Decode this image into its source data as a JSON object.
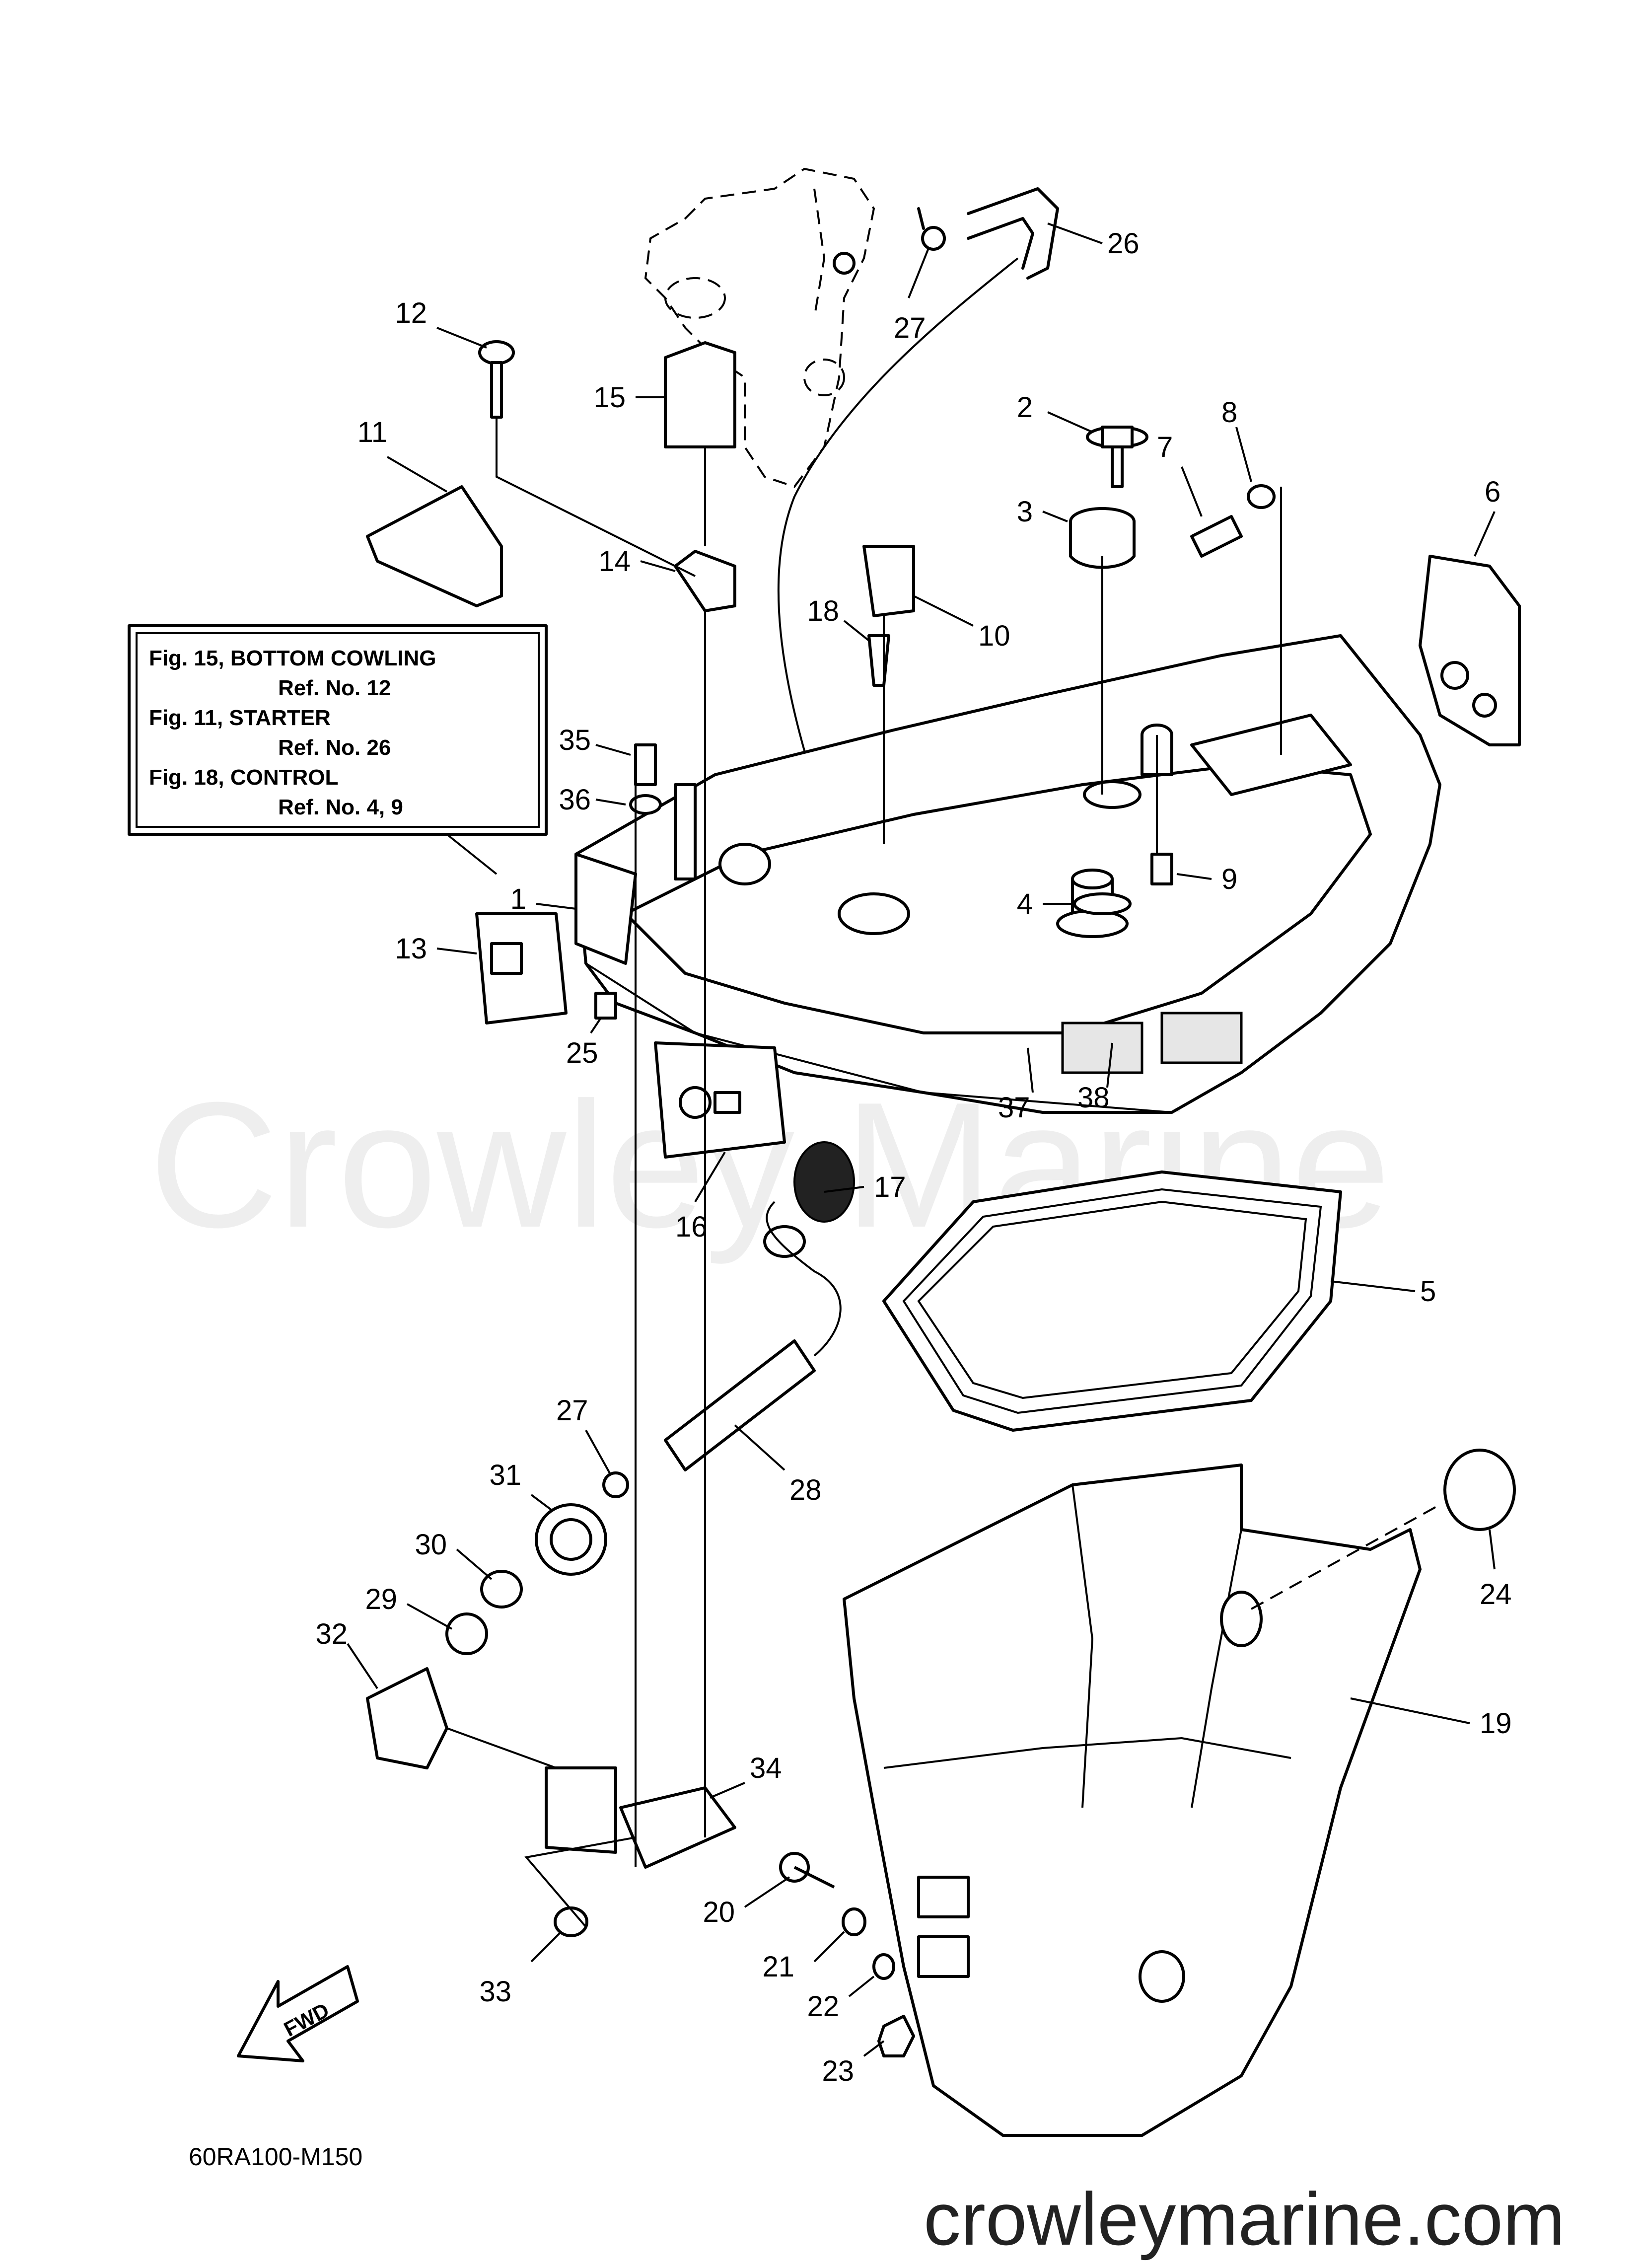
{
  "watermark": "Crowley Marine",
  "website": "crowleymarine.com",
  "diagram_code": "60RA100-M150",
  "direction_badge": "FWD",
  "reference_box": [
    {
      "title": "Fig. 15, BOTTOM COWLING",
      "ref": "Ref. No. 12"
    },
    {
      "title": "Fig. 11, STARTER",
      "ref": "Ref. No. 26"
    },
    {
      "title": "Fig. 18, CONTROL",
      "ref": "Ref. No. 4, 9"
    }
  ],
  "callouts": [
    "1",
    "2",
    "3",
    "4",
    "5",
    "6",
    "7",
    "8",
    "9",
    "10",
    "11",
    "12",
    "13",
    "14",
    "15",
    "16",
    "17",
    "18",
    "19",
    "20",
    "21",
    "22",
    "23",
    "24",
    "25",
    "26",
    "27",
    "27",
    "28",
    "29",
    "30",
    "31",
    "32",
    "33",
    "34",
    "35",
    "36",
    "37",
    "38"
  ]
}
